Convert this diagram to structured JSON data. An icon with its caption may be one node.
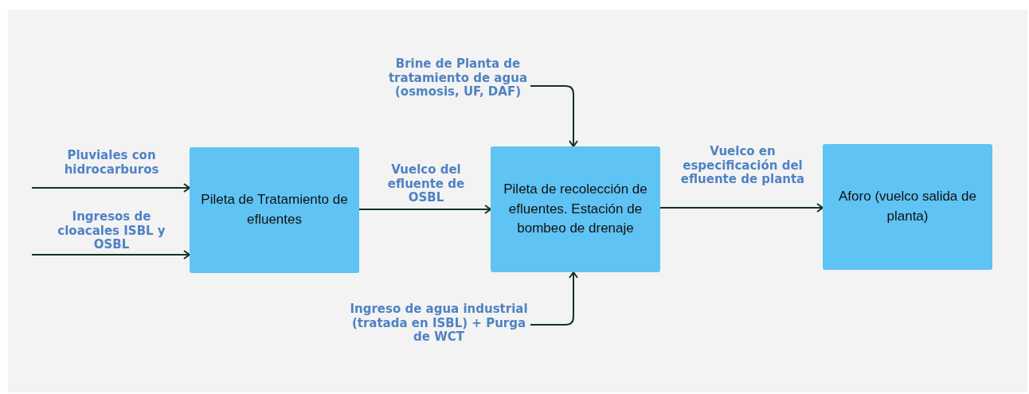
{
  "diagram": {
    "nodes": [
      {
        "text": [
          "Pileta de Tratamiento de efluentes"
        ]
      },
      {
        "text": [
          "Pileta de recolección de efluentes. Estación de bombeo de drenaje"
        ]
      },
      {
        "text": [
          "Aforo (vuelco salida de planta)"
        ]
      },
      {
        "text": [
          "Brine de Planta de tratamiento de agua (osmosis, UF, DAF)"
        ]
      },
      {
        "text": [
          "Ingreso de agua industrial (tratada en ISBL) + Purga de WCT"
        ]
      }
    ],
    "edges": [
      {
        "from": null,
        "to": 0,
        "arrow": "to",
        "label": "Pluviales con hidrocarburos"
      },
      {
        "from": null,
        "to": 0,
        "arrow": "to",
        "label": "Ingresos de cloacales ISBL y OSBL"
      },
      {
        "from": 0,
        "to": 1,
        "arrow": "to",
        "label": "Vuelco del efluente de OSBL"
      },
      {
        "from": 3,
        "to": 1,
        "arrow": "to"
      },
      {
        "from": 4,
        "to": 1,
        "arrow": "to"
      },
      {
        "from": 1,
        "to": 2,
        "arrow": "to",
        "label": "Vuelco en especificación del efluente de planta"
      }
    ]
  }
}
